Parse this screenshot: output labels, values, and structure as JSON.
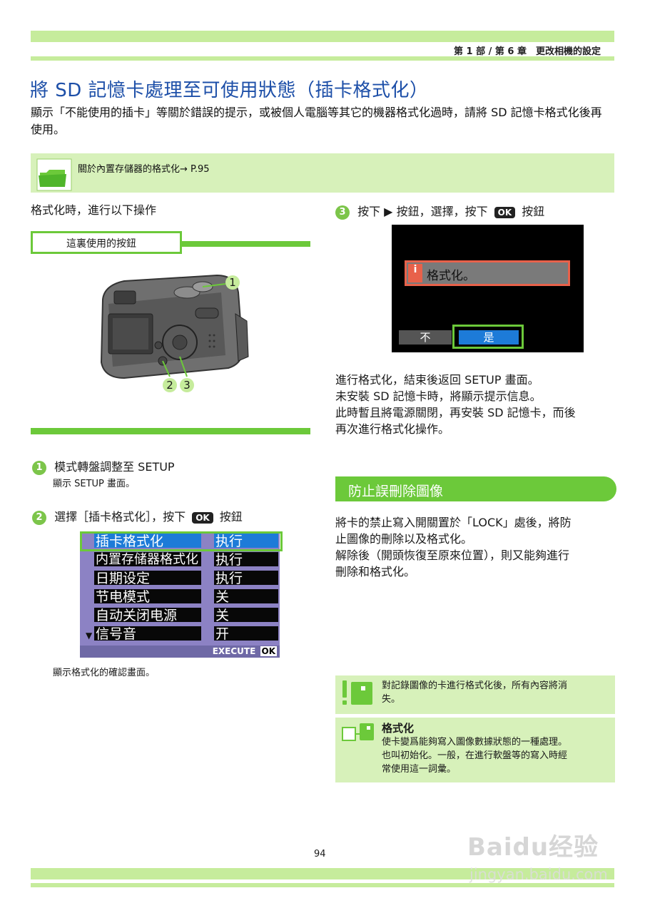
{
  "header": {
    "breadcrumb": "第 1 部 / 第 6 章　更改相機的設定"
  },
  "title": "將 SD 記憶卡處理至可使用狀態（插卡格式化）",
  "intro": "顯示「不能使用的插卡」等關於錯誤的提示，或被個人電腦等其它的機器格式化過時，請將 SD 記憶卡格式化後再使用。",
  "ref_note": "關於內置存儲器的格式化→ P.95",
  "left": {
    "lead": "格式化時，進行以下操作",
    "buttons_heading": "這裏使用的按鈕",
    "callouts": [
      "1",
      "2",
      "3"
    ],
    "step1": {
      "num": "1",
      "text": "模式轉盤調整至 SETUP",
      "sub": "顯示 SETUP 畫面。"
    },
    "step2": {
      "num": "2",
      "pre": "選擇［插卡格式化］，按下",
      "ok": "OK",
      "post": "按鈕",
      "caption": "顯示格式化的確認畫面。"
    },
    "menu": {
      "rows": [
        {
          "label": "插卡格式化",
          "value": "执行"
        },
        {
          "label": "内置存储器格式化",
          "value": "执行"
        },
        {
          "label": "日期设定",
          "value": "执行"
        },
        {
          "label": "节电模式",
          "value": "关"
        },
        {
          "label": "自动关闭电源",
          "value": "关"
        },
        {
          "label": "信号音",
          "value": "开"
        }
      ],
      "footer": "EXECUTE",
      "footer_ok": "OK",
      "scroll_arrow": "▼"
    }
  },
  "right": {
    "step3": {
      "num": "3",
      "pre": "按下 ▶ 按鈕，選擇，按下",
      "ok": "OK",
      "post": "按鈕"
    },
    "screen": {
      "message": "格式化。",
      "info_glyph": "i",
      "no": "不",
      "yes": "是"
    },
    "after_text": [
      "進行格式化，結束後返回 SETUP 畫面。",
      "未安裝 SD 記憶卡時，將顯示提示信息。",
      "此時暫且將電源關閉，再安裝 SD 記憶卡，而後",
      "再次進行格式化操作。"
    ],
    "section_title": "防止誤刪除圖像",
    "protect_text": [
      "將卡的禁止寫入開關置於「LOCK」處後，將防",
      "止圖像的刪除以及格式化。",
      "解除後（開頭恢復至原來位置），則又能夠進行",
      "刪除和格式化。"
    ],
    "caution_text": [
      "對記錄圖像的卡進行格式化後，所有內容將消",
      "失。"
    ],
    "term_title": "格式化",
    "term_text": [
      "使卡變爲能夠寫入圖像數據狀態的一種處理。",
      "也叫初始化。一般，在進行軟盤等的寫入時經",
      "常使用這一詞彙。"
    ]
  },
  "page_number": "94",
  "watermark": {
    "brand": "Baidu经验",
    "url": "jingyan.baidu.com"
  },
  "colors": {
    "light_green": "#c6ec9c",
    "green": "#6cc93a",
    "title_blue": "#1d4fa8"
  }
}
